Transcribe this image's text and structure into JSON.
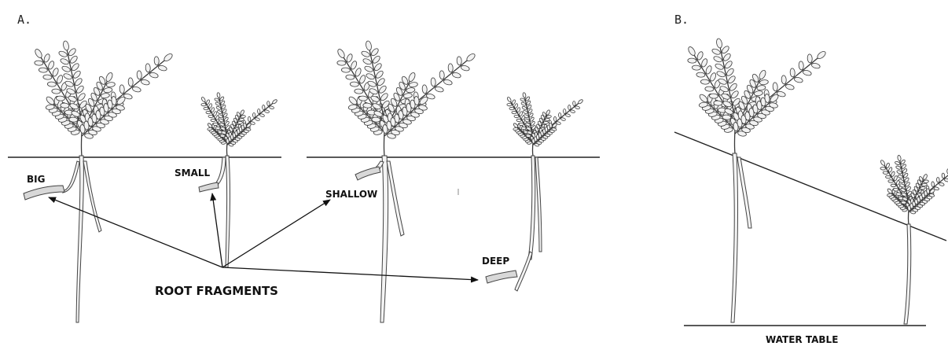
{
  "panels": {
    "a": {
      "letter": "A."
    },
    "b": {
      "letter": "B."
    }
  },
  "labels": {
    "big": "BIG",
    "small": "SMALL",
    "shallow": "SHALLOW",
    "deep": "DEEP",
    "root_fragments": "ROOT FRAGMENTS",
    "water_table": "WATER TABLE"
  },
  "colors": {
    "ink": "#222222",
    "fragment_fill": "#d8d8d8"
  }
}
